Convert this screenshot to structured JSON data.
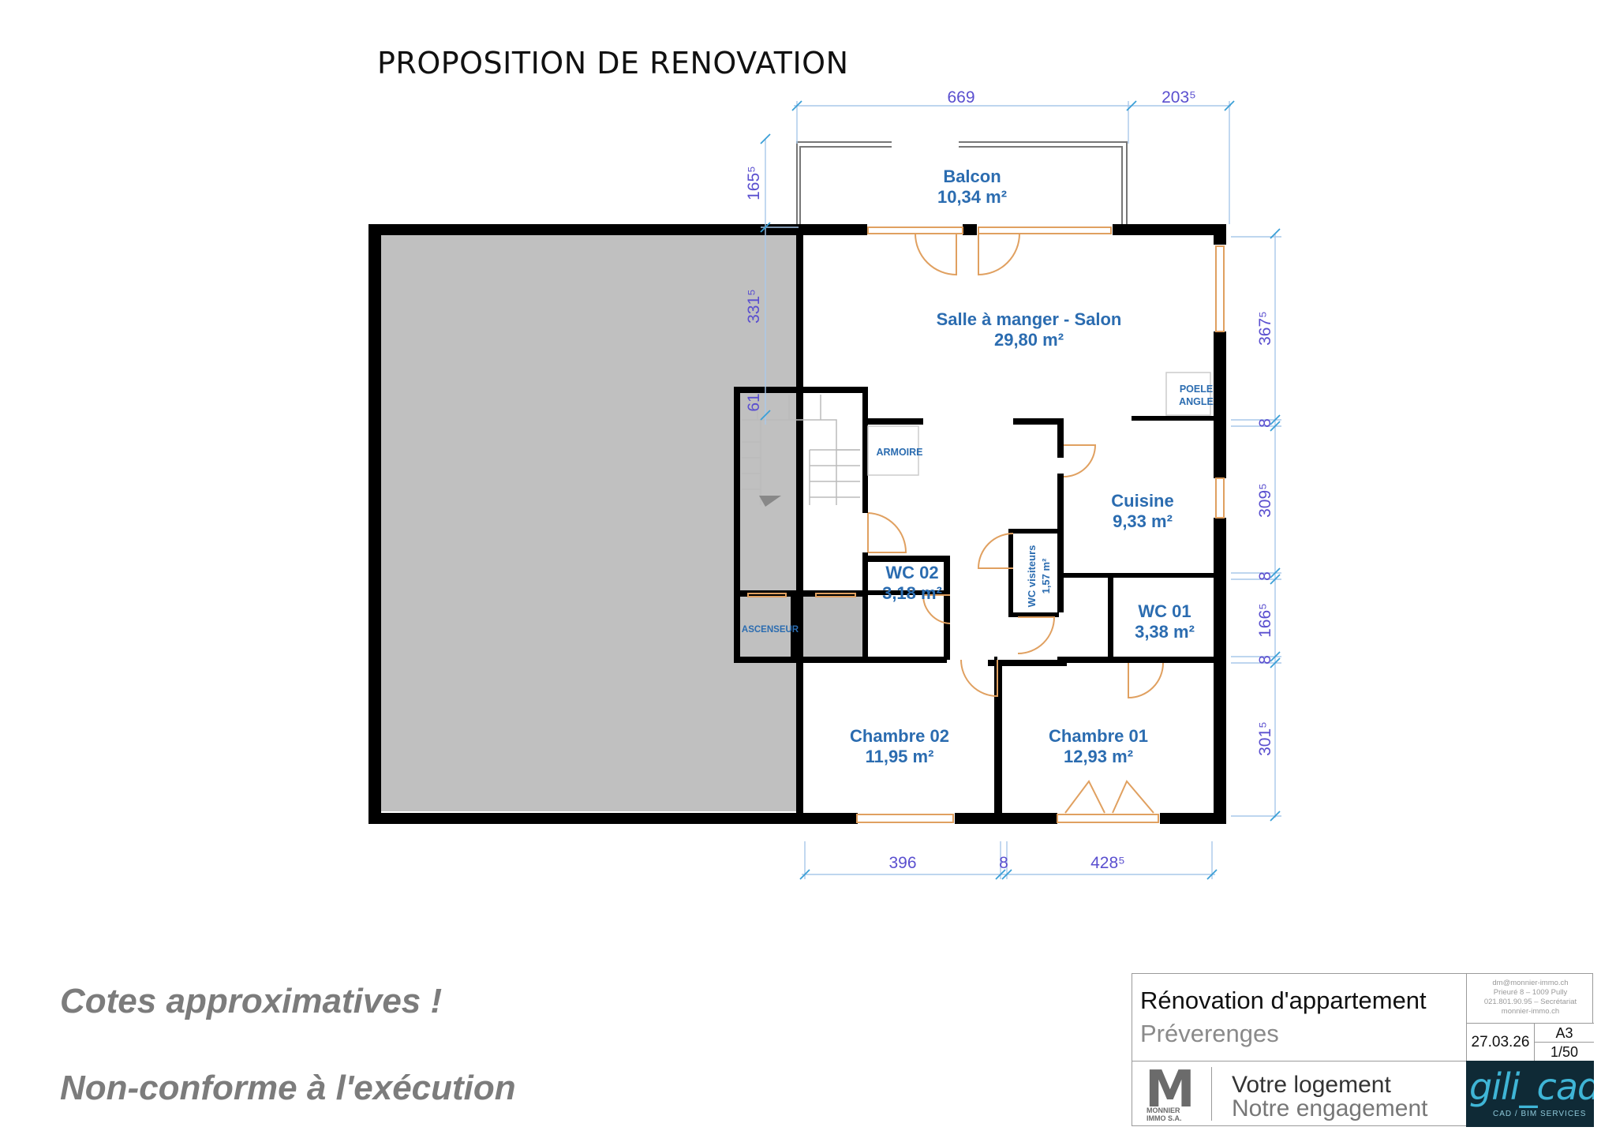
{
  "title": "PROPOSITION DE RENOVATION",
  "rooms": {
    "balcon": {
      "name": "Balcon",
      "area": "10,34 m²"
    },
    "salon": {
      "name": "Salle à manger - Salon",
      "area": "29,80 m²"
    },
    "cuisine": {
      "name": "Cuisine",
      "area": "9,33 m²"
    },
    "wc02": {
      "name": "WC 02",
      "area": "3,18 m²"
    },
    "wcvisiteurs": {
      "name": "WC visiteurs",
      "area": "1,57 m²"
    },
    "wc01": {
      "name": "WC 01",
      "area": "3,38 m²"
    },
    "chambre02": {
      "name": "Chambre 02",
      "area": "11,95 m²"
    },
    "chambre01": {
      "name": "Chambre 01",
      "area": "12,93 m²"
    }
  },
  "labels": {
    "poele": [
      "POELE",
      "ANGLE"
    ],
    "armoire": "ARMOIRE",
    "ascenseur": "ASCENSEUR"
  },
  "dimensions": {
    "top": [
      "669",
      "203⁵"
    ],
    "left": [
      "165⁵",
      "331⁵",
      "61"
    ],
    "right": [
      "367⁵",
      "8",
      "309⁵",
      "8",
      "166⁵",
      "8",
      "301⁵"
    ],
    "bottom": [
      "396",
      "8",
      "428⁵"
    ]
  },
  "notes": [
    "Cotes approximatives !",
    "Non-conforme à l'exécution"
  ],
  "cartouche": {
    "project": "Rénovation d'appartement",
    "place": "Préverenges",
    "contact": [
      "dm@monnier-immo.ch",
      "Prieuré 8 – 1009 Pully",
      "021.801.90.95 – Secrétariat",
      "monnier-immo.ch"
    ],
    "date": "27.03.26",
    "format": "A3",
    "scale": "1/50",
    "logo_letter": "M",
    "logo_name": [
      "MONNIER",
      "IMMO S.A."
    ],
    "slogan": [
      "Votre logement",
      "Notre engagement"
    ],
    "gili_logo": "gili_cad",
    "gili_sub": "CAD / BIM SERVICES"
  },
  "colors": {
    "wall": "#000000",
    "grey_area": "#c0c0c0",
    "room_text": "#2b6cb0",
    "dimension": "#5a4fcf",
    "door": "#e0a060"
  }
}
